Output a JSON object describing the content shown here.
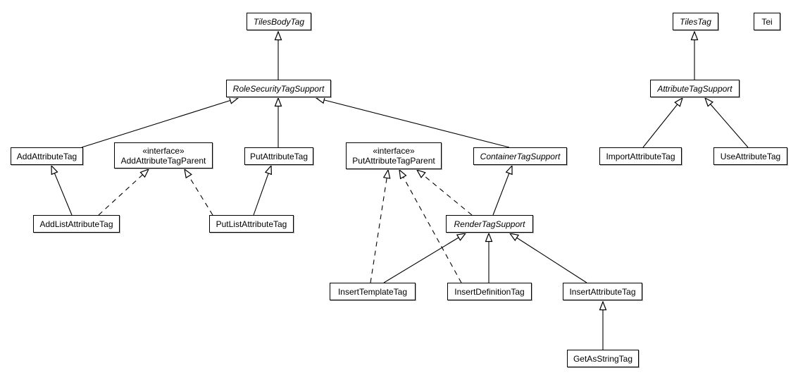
{
  "diagram": {
    "type": "uml-class-diagram",
    "background_color": "#ffffff",
    "line_color": "#000000",
    "text_color": "#000000"
  },
  "nodes": {
    "tilesbody": {
      "label": "TilesBodyTag",
      "kind": "abstract class"
    },
    "rolesecurity": {
      "label": "RoleSecurityTagSupport",
      "kind": "abstract class"
    },
    "addattr": {
      "label": "AddAttributeTag",
      "kind": "class"
    },
    "addattrparent": {
      "label": "AddAttributeTagParent",
      "kind": "interface",
      "stereotype": "«interface»"
    },
    "putattr": {
      "label": "PutAttributeTag",
      "kind": "class"
    },
    "putattrparent": {
      "label": "PutAttributeTagParent",
      "kind": "interface",
      "stereotype": "«interface»"
    },
    "containersupport": {
      "label": "ContainerTagSupport",
      "kind": "abstract class"
    },
    "addlist": {
      "label": "AddListAttributeTag",
      "kind": "class"
    },
    "putlist": {
      "label": "PutListAttributeTag",
      "kind": "class"
    },
    "rendersupport": {
      "label": "RenderTagSupport",
      "kind": "abstract class"
    },
    "inserttemplate": {
      "label": "InsertTemplateTag",
      "kind": "class"
    },
    "insertdefinition": {
      "label": "InsertDefinitionTag",
      "kind": "class"
    },
    "insertattribute": {
      "label": "InsertAttributeTag",
      "kind": "class"
    },
    "getasstring": {
      "label": "GetAsStringTag",
      "kind": "class"
    },
    "tilestag": {
      "label": "TilesTag",
      "kind": "abstract class"
    },
    "tei": {
      "label": "Tei",
      "kind": "class"
    },
    "attrsupport": {
      "label": "AttributeTagSupport",
      "kind": "abstract class"
    },
    "importattr": {
      "label": "ImportAttributeTag",
      "kind": "class"
    },
    "useattr": {
      "label": "UseAttributeTag",
      "kind": "class"
    }
  },
  "edges": [
    {
      "from": "RoleSecurityTagSupport",
      "relation": "extends",
      "to": "TilesBodyTag"
    },
    {
      "from": "AddAttributeTag",
      "relation": "extends",
      "to": "RoleSecurityTagSupport"
    },
    {
      "from": "PutAttributeTag",
      "relation": "extends",
      "to": "RoleSecurityTagSupport"
    },
    {
      "from": "ContainerTagSupport",
      "relation": "extends",
      "to": "RoleSecurityTagSupport"
    },
    {
      "from": "AddListAttributeTag",
      "relation": "extends",
      "to": "AddAttributeTag"
    },
    {
      "from": "AddListAttributeTag",
      "relation": "implements",
      "to": "AddAttributeTagParent"
    },
    {
      "from": "PutListAttributeTag",
      "relation": "extends",
      "to": "PutAttributeTag"
    },
    {
      "from": "PutListAttributeTag",
      "relation": "implements",
      "to": "AddAttributeTagParent"
    },
    {
      "from": "RenderTagSupport",
      "relation": "extends",
      "to": "ContainerTagSupport"
    },
    {
      "from": "RenderTagSupport",
      "relation": "implements",
      "to": "PutAttributeTagParent"
    },
    {
      "from": "InsertTemplateTag",
      "relation": "extends",
      "to": "RenderTagSupport"
    },
    {
      "from": "InsertTemplateTag",
      "relation": "implements",
      "to": "PutAttributeTagParent"
    },
    {
      "from": "InsertDefinitionTag",
      "relation": "extends",
      "to": "RenderTagSupport"
    },
    {
      "from": "InsertDefinitionTag",
      "relation": "implements",
      "to": "PutAttributeTagParent"
    },
    {
      "from": "InsertAttributeTag",
      "relation": "extends",
      "to": "RenderTagSupport"
    },
    {
      "from": "GetAsStringTag",
      "relation": "extends",
      "to": "InsertAttributeTag"
    },
    {
      "from": "AttributeTagSupport",
      "relation": "extends",
      "to": "TilesTag"
    },
    {
      "from": "ImportAttributeTag",
      "relation": "extends",
      "to": "AttributeTagSupport"
    },
    {
      "from": "UseAttributeTag",
      "relation": "extends",
      "to": "AttributeTagSupport"
    }
  ]
}
